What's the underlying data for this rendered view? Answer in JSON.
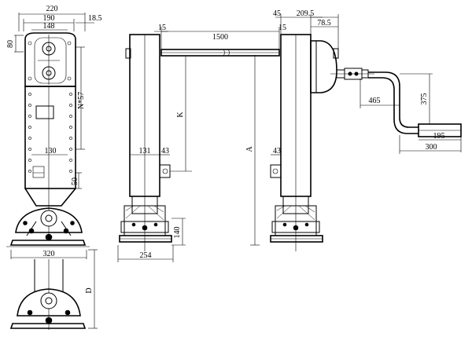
{
  "dimensions": {
    "front_top_width": "220",
    "front_inner_width": "190",
    "front_hole_width": "148",
    "front_side_offset": "18.5",
    "front_top_height": "80",
    "front_hole_pitch": "N*57",
    "front_mid_width": "130",
    "front_bottom_spacing": "50",
    "base_width": "320",
    "base_height": "D",
    "bar_length": "1500",
    "left_gap": "15",
    "right_gap": "15",
    "right_offset": "45",
    "right_reach": "209.5",
    "right_flange": "78.5",
    "crank_offset": "465",
    "crank_height": "375",
    "handle_length": "195",
    "crank_total": "300",
    "stroke_k": "K",
    "overall_a": "A",
    "leg_width_left": "131",
    "bracket_left": "43",
    "bracket_right": "43",
    "foot_height": "140",
    "foot_width": "254"
  }
}
